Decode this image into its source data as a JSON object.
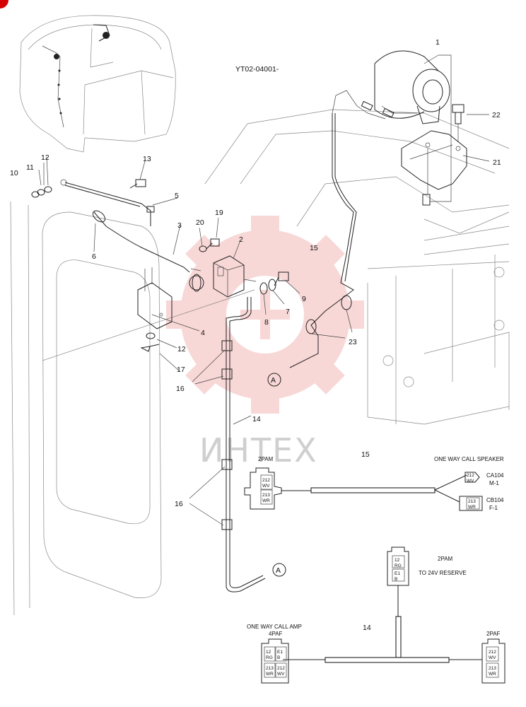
{
  "drawing_code": "YT02-04001-",
  "watermark": "ИНТЕХ",
  "part_numbers": [
    "1",
    "2",
    "3",
    "4",
    "5",
    "6",
    "7",
    "8",
    "9",
    "10",
    "11",
    "12",
    "12",
    "13",
    "14",
    "14",
    "15",
    "15",
    "16",
    "16",
    "17",
    "19",
    "20",
    "21",
    "22",
    "23"
  ],
  "section_marker": "A",
  "speaker_box": {
    "connector_type": "2PAM",
    "pins": [
      "212\nWV",
      "213\nWR"
    ],
    "harness_no": "15",
    "title": "ONE WAY CALL SPEAKER",
    "branch_top": {
      "pins": [
        "212\nWV"
      ],
      "code": "CA104",
      "sub": "M-1"
    },
    "branch_bottom": {
      "pins": [
        "213\nWR"
      ],
      "code": "CB104",
      "sub": "F-1"
    }
  },
  "amp_box": {
    "reserve_type": "2PAM",
    "reserve_pins": [
      "12\nRG",
      "E1\nB"
    ],
    "reserve_label": "TO 24V RESERVE",
    "harness_no": "14",
    "left_title": "ONE WAY CALL AMP",
    "left_type": "4PAF",
    "left_pins": [
      "12\nRG",
      "E1\nB",
      "213\nWR",
      "212\nWV"
    ],
    "right_type": "2PAF",
    "right_pins": [
      "212\nWV",
      "213\nWR"
    ]
  },
  "colors": {
    "line": "#222222",
    "watermark": "#f4b8b8",
    "corner_badge": "#d40000"
  }
}
